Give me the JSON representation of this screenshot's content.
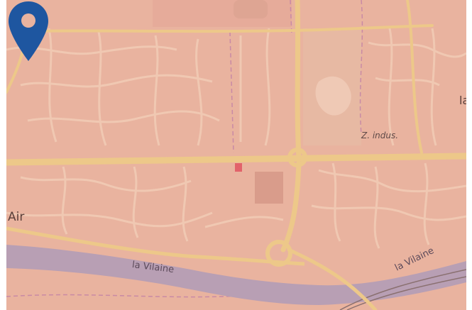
{
  "map": {
    "labels": {
      "air": "Air",
      "la": "la",
      "zone_industrielle": "Z. indus.",
      "river_left": "la Vilaine",
      "river_right": "la Vilaine"
    },
    "marker": {
      "icon": "map-pin-icon",
      "color": "#1e56a0"
    },
    "colors": {
      "land": "#e9b39f",
      "major_road": "#edc889",
      "minor_road": "#f0c8b2",
      "river": "#b89fb4",
      "boundary": "#c98aa5"
    }
  }
}
